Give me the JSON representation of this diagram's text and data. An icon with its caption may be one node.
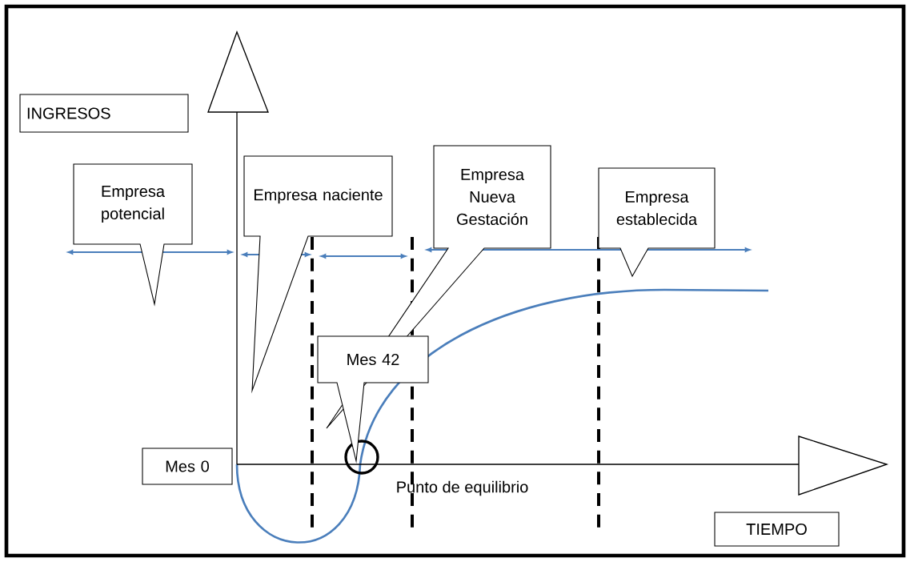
{
  "diagram": {
    "nodes": [
      {
        "text": [
          "INGRESOS"
        ]
      },
      {
        "text": [
          "Empresa potencial"
        ]
      },
      {
        "text": [
          "Empresa naciente"
        ]
      },
      {
        "text": [
          "Empresa Nueva Gestación"
        ]
      },
      {
        "text": [
          "Empresa establecida"
        ]
      },
      {
        "text": [
          "Mes 42"
        ]
      },
      {
        "text": [
          "Mes 0"
        ]
      },
      {
        "text": [
          "TIEMPO"
        ]
      }
    ],
    "labels": [
      "Punto de equilibrio"
    ]
  }
}
